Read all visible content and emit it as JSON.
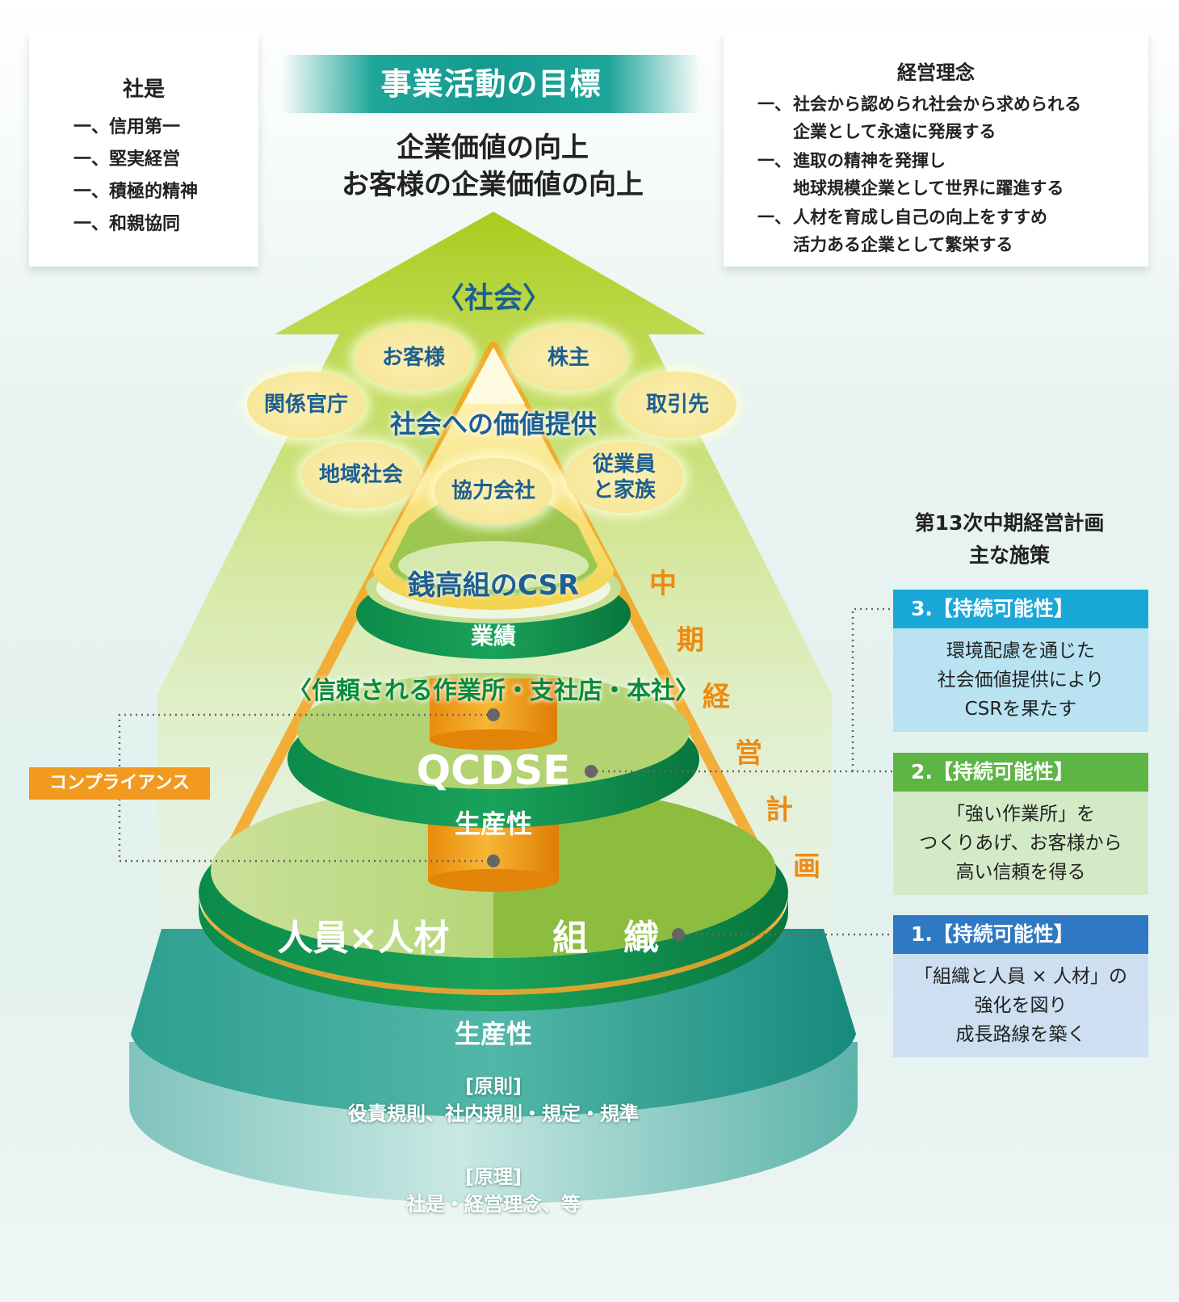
{
  "motto": {
    "title": "社是",
    "items": [
      "一、信用第一",
      "一、堅実経営",
      "一、積極的精神",
      "一、和親協同"
    ]
  },
  "philosophy": {
    "title": "経営理念",
    "items": [
      {
        "dash": "一、",
        "line1": "社会から認められ社会から求められる",
        "line2": "企業として永遠に発展する"
      },
      {
        "dash": "一、",
        "line1": "進取の精神を発揮し",
        "line2": "地球規模企業として世界に躍進する"
      },
      {
        "dash": "一、",
        "line1": "人材を育成し自己の向上をすすめ",
        "line2": "活力ある企業として繁栄する"
      }
    ]
  },
  "goal": {
    "banner": "事業活動の目標",
    "line1": "企業価値の向上",
    "line2": "お客様の企業価値の向上"
  },
  "society": {
    "label": "〈社会〉",
    "value_provision": "社会への価値提供",
    "stakeholders": [
      "お客様",
      "株主",
      "関係官庁",
      "取引先",
      "地域社会",
      "協力会社",
      "従業員と家族"
    ],
    "stakeholder_employees_l1": "従業員",
    "stakeholder_employees_l2": "と家族"
  },
  "pyramid": {
    "csr": "銭高組のCSR",
    "results": "業績",
    "trusted": "〈信頼される作業所・支社店・本社〉",
    "qcdse": "QCDSE",
    "productivity_upper": "生産性",
    "people": "人員×人材",
    "organization": "組　織",
    "productivity_lower": "生産性",
    "rules_label": "[原則]",
    "rules_text": "役責規則、社内規則・規定・規準",
    "principles_label": "[原理]",
    "principles_text": "社是・経営理念、等"
  },
  "midterm_vertical": [
    "中",
    "期",
    "経",
    "営",
    "計",
    "画"
  ],
  "compliance": "コンプライアンス",
  "plan": {
    "title_line1": "第13次中期経営計画",
    "title_line2": "主な施策",
    "items": [
      {
        "head": "3.【持続可能性】",
        "lines": [
          "環境配慮を通じた",
          "社会価値提供により",
          "CSRを果たす"
        ],
        "head_color": "#1aa8d8",
        "body_color": "#b9e3f2"
      },
      {
        "head": "2.【持続可能性】",
        "lines": [
          "「強い作業所」を",
          "つくりあげ、お客様から",
          "高い信頼を得る"
        ],
        "head_color": "#5db543",
        "body_color": "#d3eac6"
      },
      {
        "head": "1.【持続可能性】",
        "lines": [
          "「組織と人員 × 人材」の",
          "強化を図り",
          "成長路線を築く"
        ],
        "head_color": "#2f78c3",
        "body_color": "#cddff0"
      }
    ]
  }
}
